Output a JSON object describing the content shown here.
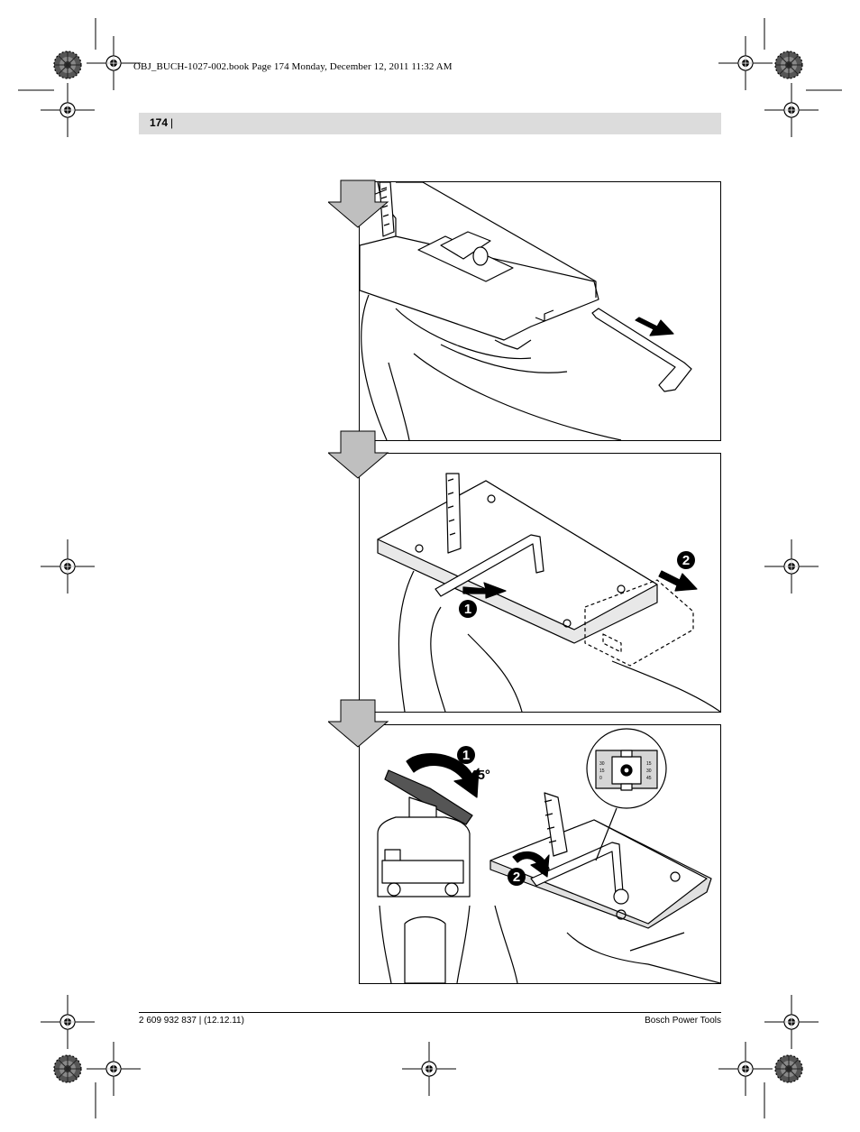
{
  "print_header": "OBJ_BUCH-1027-002.book  Page 174  Monday, December 12, 2011  11:32 AM",
  "page": {
    "number": "174",
    "separator": "|"
  },
  "figures": [
    {
      "callouts": []
    },
    {
      "callouts": [
        "1",
        "2"
      ]
    },
    {
      "callouts": [
        "1",
        "2"
      ],
      "angle_label": "±45°",
      "scale_marks": [
        "30",
        "15",
        "0",
        "15",
        "30",
        "45"
      ]
    }
  ],
  "footer": {
    "left": "2 609 932 837 | (12.12.11)",
    "right": "Bosch Power Tools"
  },
  "icons": {
    "registration": "registration-mark-icon",
    "color_target": "color-target-icon",
    "step": "step-arrow-icon",
    "hex_key": "hex-key-icon"
  }
}
